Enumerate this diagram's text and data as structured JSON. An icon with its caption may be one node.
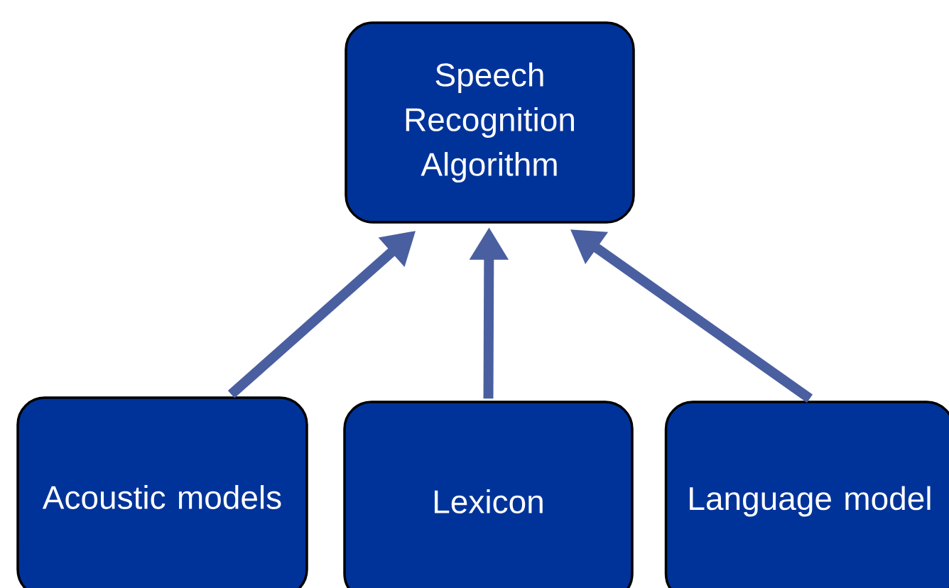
{
  "diagram": {
    "nodes": [
      {
        "text": [
          "Speech Recognition Algorithm"
        ]
      },
      {
        "text": [
          "Acoustic models"
        ]
      },
      {
        "text": [
          "Lexicon"
        ]
      },
      {
        "text": [
          "Language model"
        ]
      }
    ],
    "edges": [
      {
        "from": 1,
        "to": 0,
        "arrow": "to"
      },
      {
        "from": 2,
        "to": 0,
        "arrow": "to"
      },
      {
        "from": 3,
        "to": 0,
        "arrow": "to"
      }
    ]
  }
}
